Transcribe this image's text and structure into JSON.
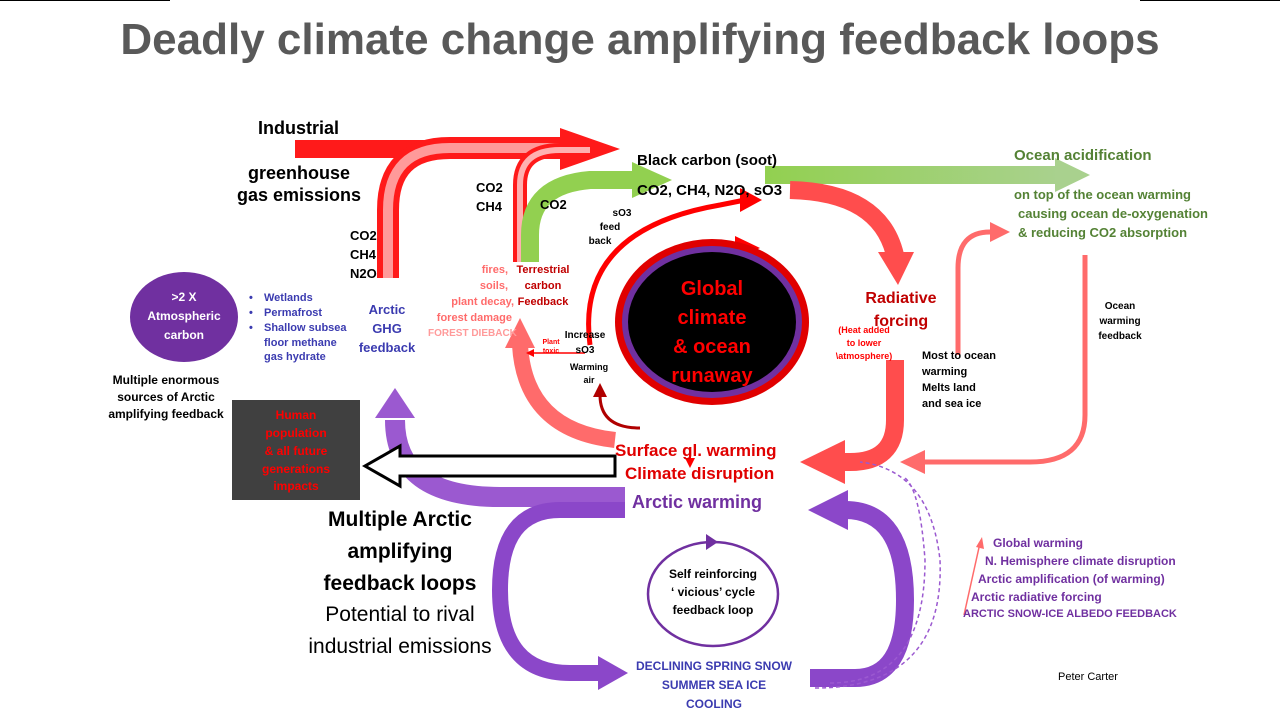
{
  "title": "Deadly climate change amplifying feedback loops",
  "industrial": {
    "line1": "Industrial",
    "line2": "greenhouse",
    "line3": "gas emissions"
  },
  "gas_labels": {
    "arctic_ghg": [
      "CO2",
      "CH4",
      "N2O"
    ],
    "terrestrial": [
      "CO2",
      "CH4"
    ],
    "green_arrow": "CO2",
    "black_carbon": "Black carbon (soot)",
    "main_gases": "CO2, CH4, N2O, sO3"
  },
  "ocean": {
    "acidification": "Ocean acidification",
    "line1": "on top of the ocean warming",
    "line2": "causing ocean  de-oxygenation",
    "line3": "& reducing CO2 absorption",
    "warming_feedback": [
      "Ocean",
      "warming",
      "feedback"
    ]
  },
  "atmospheric_carbon": [
    "&gt;2 X",
    "Atmospheric",
    "carbon"
  ],
  "arctic_sources": [
    "Wetlands",
    "Permafrost",
    "Shallow subsea",
    "floor methane",
    "gas hydrate"
  ],
  "multiple_sources": [
    "Multiple enormous",
    "sources  of Arctic",
    "amplifying feedback"
  ],
  "arctic_ghg_feedback": [
    "Arctic",
    "GHG",
    "feedback"
  ],
  "terrestrial": {
    "sources": [
      "fires,",
      "soils,",
      "plant decay,",
      "forest damage"
    ],
    "feedback": [
      "Terrestrial",
      "carbon",
      "Feedback"
    ],
    "dieback": "FOREST DIEBACK",
    "plant_toxic": [
      "Plant",
      "toxic"
    ]
  },
  "so3": {
    "feedback": [
      "sO3",
      "feed",
      "back"
    ],
    "increase": [
      "Increase",
      "sO3"
    ],
    "warming_air": [
      "Warming",
      "air"
    ]
  },
  "runaway": [
    "Global",
    "climate",
    "& ocean",
    "runaway"
  ],
  "radiative": {
    "label": [
      "Radiative",
      "forcing"
    ],
    "heat_note": [
      "(Heat added",
      "to lower",
      "\\atmosphere)"
    ],
    "ocean_note": [
      "Most to ocean",
      "warming",
      "Melts land",
      "and sea ice"
    ]
  },
  "human": [
    "Human",
    "population",
    "& all future",
    "generations",
    "impacts"
  ],
  "surface": {
    "line1": "Surface gl. warming",
    "line2": "Climate disruption"
  },
  "arctic_warming": "Arctic warming",
  "multiple_arctic": {
    "bold": [
      "Multiple Arctic",
      "amplifying",
      "feedback loops"
    ],
    "normal": [
      "Potential to rival",
      "industrial emissions"
    ]
  },
  "vicious_cycle": [
    "Self reinforcing",
    "‘ ‘vicious’ cycle",
    "feedback loop"
  ],
  "declining": [
    "DECLINING SPRING SNOW",
    "SUMMER SEA ICE",
    "COOLING"
  ],
  "arctic_chain": [
    "Global warming",
    "N. Hemisphere climate disruption",
    "Arctic amplification (of warming)",
    "Arctic radiative forcing",
    "ARCTIC SNOW-ICE ALBEDO FEEDBACK"
  ],
  "author": "Peter Carter",
  "colors": {
    "title": "#595959",
    "red": "#ff0000",
    "salmon": "#ff6b6b",
    "green_arrow": "#92d050",
    "green_text": "#548235",
    "purple": "#7030a0",
    "purple_light": "#9b59d0",
    "navy": "#3b3bb0",
    "human_box": "#404040",
    "runaway_blob": "#000000"
  }
}
